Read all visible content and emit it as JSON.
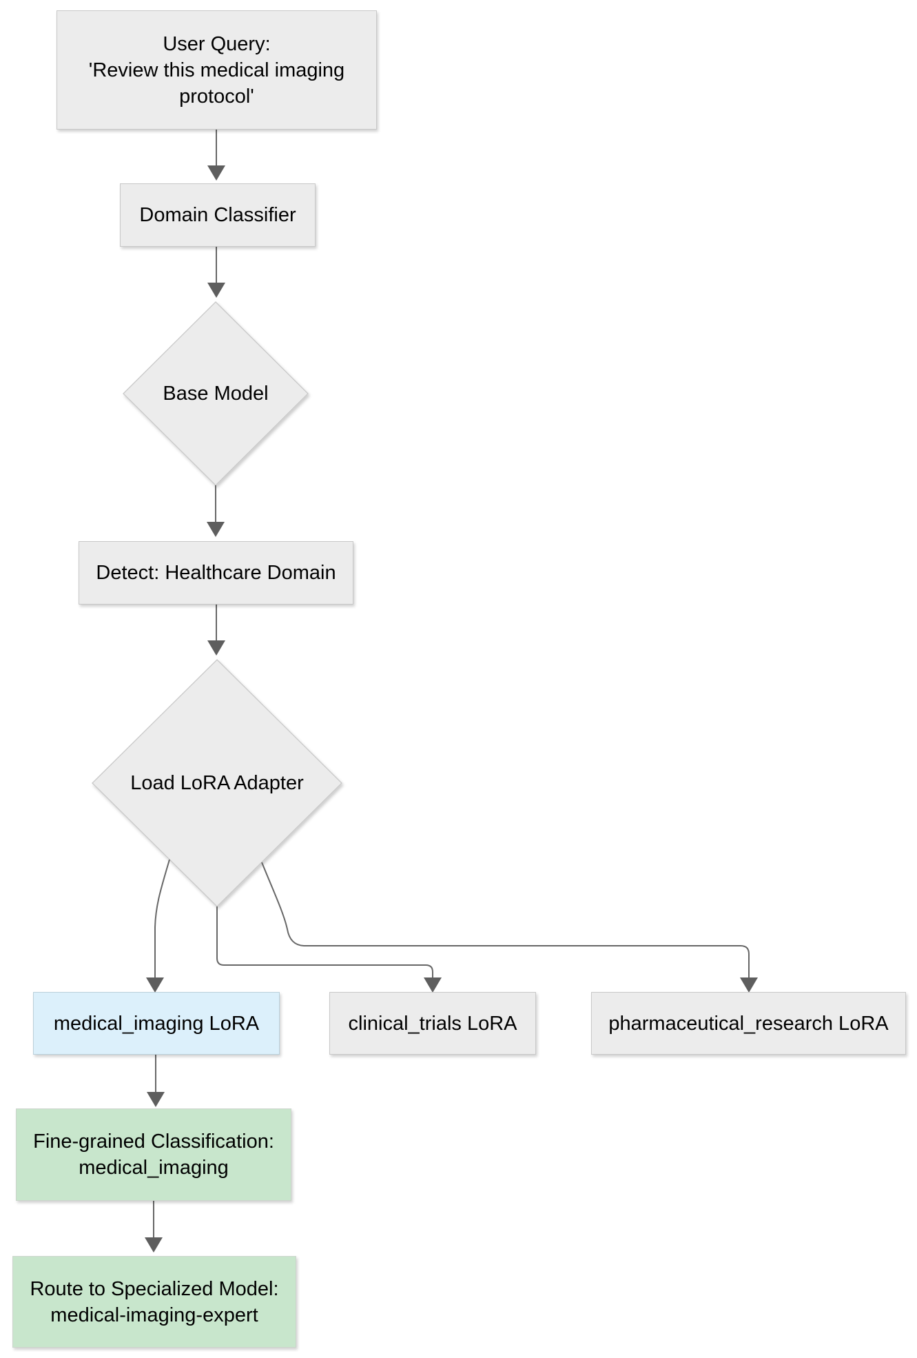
{
  "colors": {
    "background": "#ffffff",
    "text": "#000000",
    "node_fill": "#ececec",
    "node_border": "#c8c8c8",
    "highlight_fill": "#dcf0fb",
    "highlight_border": "#b9cfda",
    "result_fill": "#c8e6cc",
    "result_border": "#ccd5cc",
    "edge": "#666666",
    "arrowhead": "#5e5e5e"
  },
  "nodes": [
    {
      "id": "user-query",
      "shape": "rect",
      "variant": "default",
      "label": "User Query:\n'Review this medical imaging\nprotocol'"
    },
    {
      "id": "domain-classifier",
      "shape": "rect",
      "variant": "default",
      "label": "Domain Classifier"
    },
    {
      "id": "base-model",
      "shape": "diamond",
      "variant": "default",
      "label": "Base Model"
    },
    {
      "id": "detect-healthcare-domain",
      "shape": "rect",
      "variant": "default",
      "label": "Detect: Healthcare Domain"
    },
    {
      "id": "load-lora-adapter",
      "shape": "diamond",
      "variant": "default",
      "label": "Load LoRA Adapter"
    },
    {
      "id": "medical-imaging-lora",
      "shape": "rect",
      "variant": "highlight",
      "label": "medical_imaging LoRA"
    },
    {
      "id": "clinical-trials-lora",
      "shape": "rect",
      "variant": "default",
      "label": "clinical_trials LoRA"
    },
    {
      "id": "pharmaceutical-research-lora",
      "shape": "rect",
      "variant": "default",
      "label": "pharmaceutical_research LoRA"
    },
    {
      "id": "fine-grained-classification",
      "shape": "rect",
      "variant": "result",
      "label": "Fine-grained Classification:\nmedical_imaging"
    },
    {
      "id": "route-to-specialized-model",
      "shape": "rect",
      "variant": "result",
      "label": "Route to Specialized Model:\nmedical-imaging-expert"
    }
  ]
}
